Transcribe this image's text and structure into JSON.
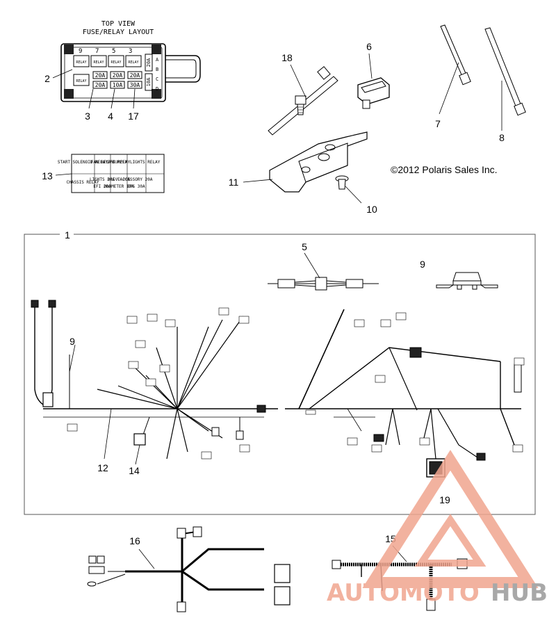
{
  "fuse_box": {
    "title_line1": "TOP VIEW",
    "title_line2": "FUSE/RELAY LAYOUT",
    "top_numbers": [
      "9",
      "7",
      "5",
      "3"
    ],
    "relays": [
      "RELAY",
      "RELAY",
      "RELAY",
      "RELAY",
      "RELAY"
    ],
    "fuses_row1": [
      "20A",
      "20A",
      "20A"
    ],
    "fuses_row2": [
      "20A",
      "10A",
      "30A"
    ],
    "side_fuses": [
      "20A",
      "10A"
    ],
    "side_letters": [
      "A",
      "B",
      "C",
      "D"
    ]
  },
  "decal": {
    "cells": [
      "START SOLENOID RELAY",
      "FAN RELAY",
      "EFI RELAY",
      "BUMPER LIGHTS RELAY",
      "CHASSIS RELAY",
      "LIGHTS 20A",
      "DRIVE 20A",
      "ACCESSORY 20A",
      "EFI 20A",
      "ODOMETER 10A",
      "EPS 30A"
    ]
  },
  "callouts": {
    "c1": "1",
    "c2": "2",
    "c3": "3",
    "c4": "4",
    "c5": "5",
    "c6": "6",
    "c7": "7",
    "c8": "8",
    "c9a": "9",
    "c9b": "9",
    "c10": "10",
    "c11": "11",
    "c12": "12",
    "c13": "13",
    "c14": "14",
    "c15": "15",
    "c16": "16",
    "c17": "17",
    "c18": "18",
    "c19": "19"
  },
  "copyright": "©2012 Polaris Sales Inc.",
  "watermark": {
    "part1": "AUTOMOTO",
    "part2": "HUB",
    "color_primary": "#f0a58f",
    "color_secondary": "#9a9a9a"
  }
}
